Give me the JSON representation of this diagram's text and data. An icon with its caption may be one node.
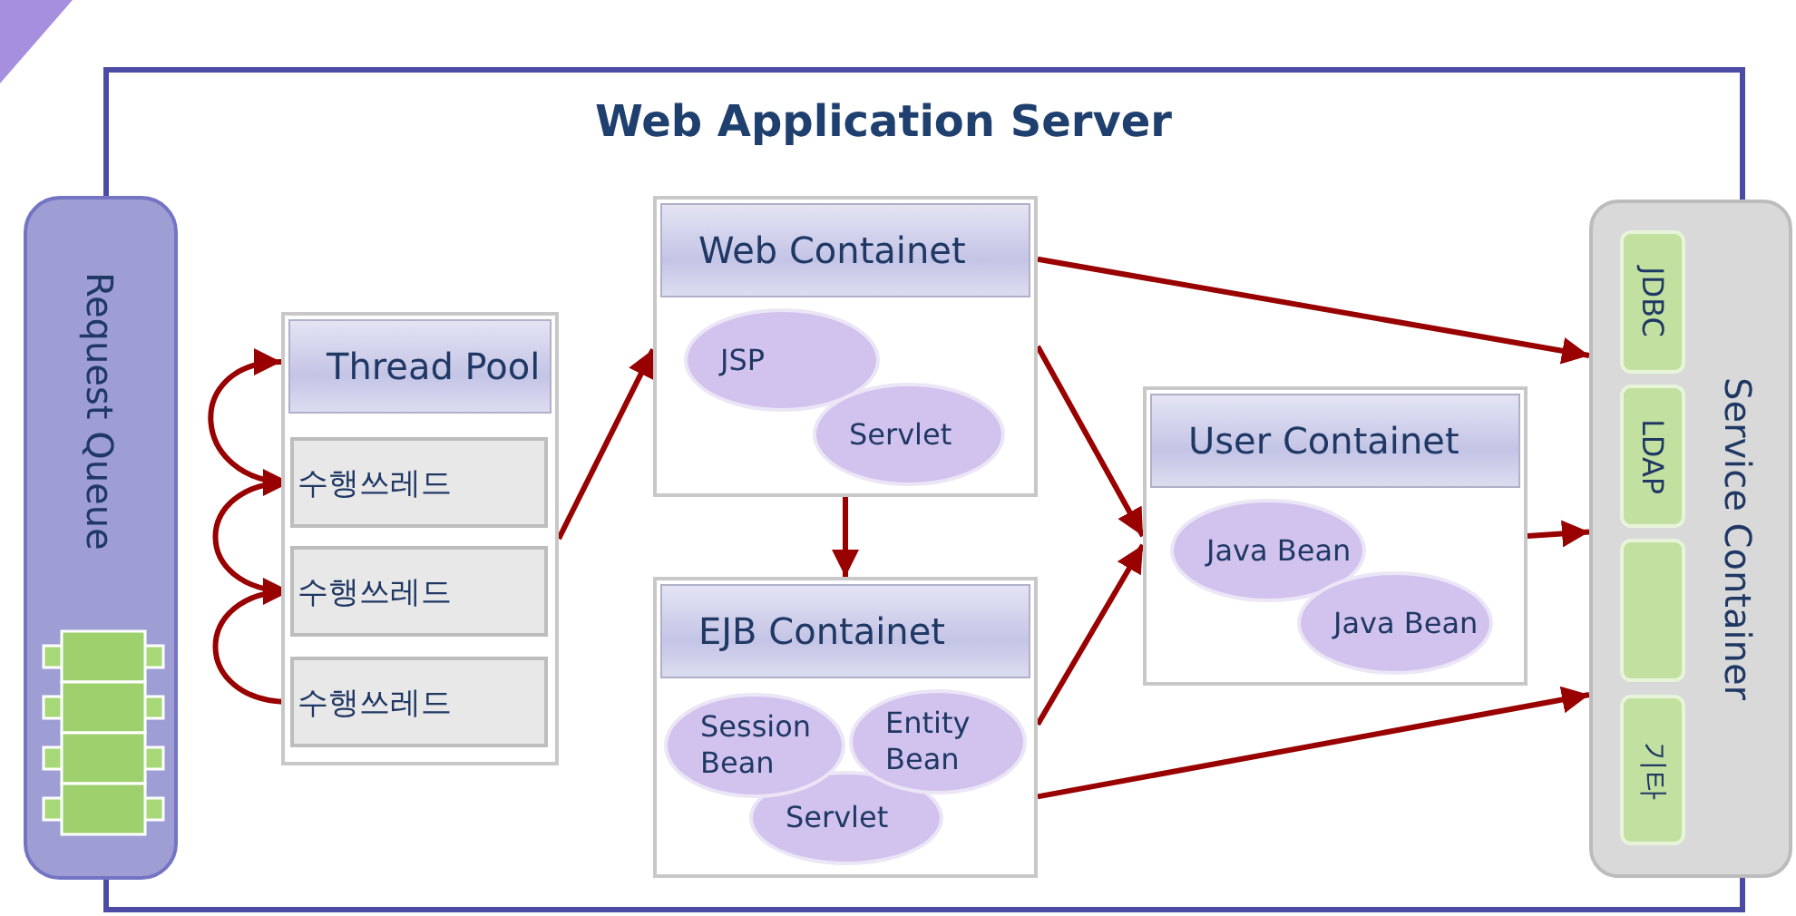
{
  "diagram": {
    "nodes": [
      {
        "text": [
          "Web Application Server"
        ]
      },
      {
        "text": [
          "Request Queue"
        ]
      },
      {
        "text": [
          "Thread Pool"
        ],
        "in": 0
      },
      {
        "text": [
          "수행쓰레드"
        ],
        "in": 2
      },
      {
        "text": [
          "수행쓰레드"
        ],
        "in": 2
      },
      {
        "text": [
          "수행쓰레드"
        ],
        "in": 2
      },
      {
        "text": [
          "Web Containet"
        ],
        "in": 0
      },
      {
        "text": [
          "JSP"
        ],
        "in": 6
      },
      {
        "text": [
          "Servlet"
        ],
        "in": 6
      },
      {
        "text": [
          "EJB Containet"
        ],
        "in": 0
      },
      {
        "text": [
          "Session Bean"
        ],
        "in": 9
      },
      {
        "text": [
          "Entity Bean"
        ],
        "in": 9
      },
      {
        "text": [
          "Servlet"
        ],
        "in": 9
      },
      {
        "text": [
          "User Containet"
        ],
        "in": 0
      },
      {
        "text": [
          "Java Bean"
        ],
        "in": 13
      },
      {
        "text": [
          "Java Bean"
        ],
        "in": 13
      },
      {
        "text": [
          "Service Container"
        ]
      },
      {
        "text": [
          "JDBC"
        ],
        "in": 16
      },
      {
        "text": [
          "LDAP"
        ],
        "in": 16
      },
      {
        "text": [],
        "shape": "box",
        "in": 16
      },
      {
        "text": [
          "기타"
        ],
        "in": 16
      }
    ],
    "edges": [
      {
        "from": 5,
        "to": 4,
        "arrow": "to"
      },
      {
        "from": 4,
        "to": 3,
        "arrow": "to"
      },
      {
        "from": 3,
        "to": 2,
        "arrow": "to"
      },
      {
        "from": 2,
        "to": 6,
        "arrow": "to"
      },
      {
        "from": 6,
        "to": 9,
        "arrow": "to"
      },
      {
        "from": 6,
        "to": 13,
        "arrow": "to"
      },
      {
        "from": 9,
        "to": 13,
        "arrow": "to"
      },
      {
        "from": 6,
        "to": 16,
        "arrow": "to"
      },
      {
        "from": 13,
        "to": 16,
        "arrow": "to"
      },
      {
        "from": 9,
        "to": 16,
        "arrow": "to"
      }
    ]
  }
}
